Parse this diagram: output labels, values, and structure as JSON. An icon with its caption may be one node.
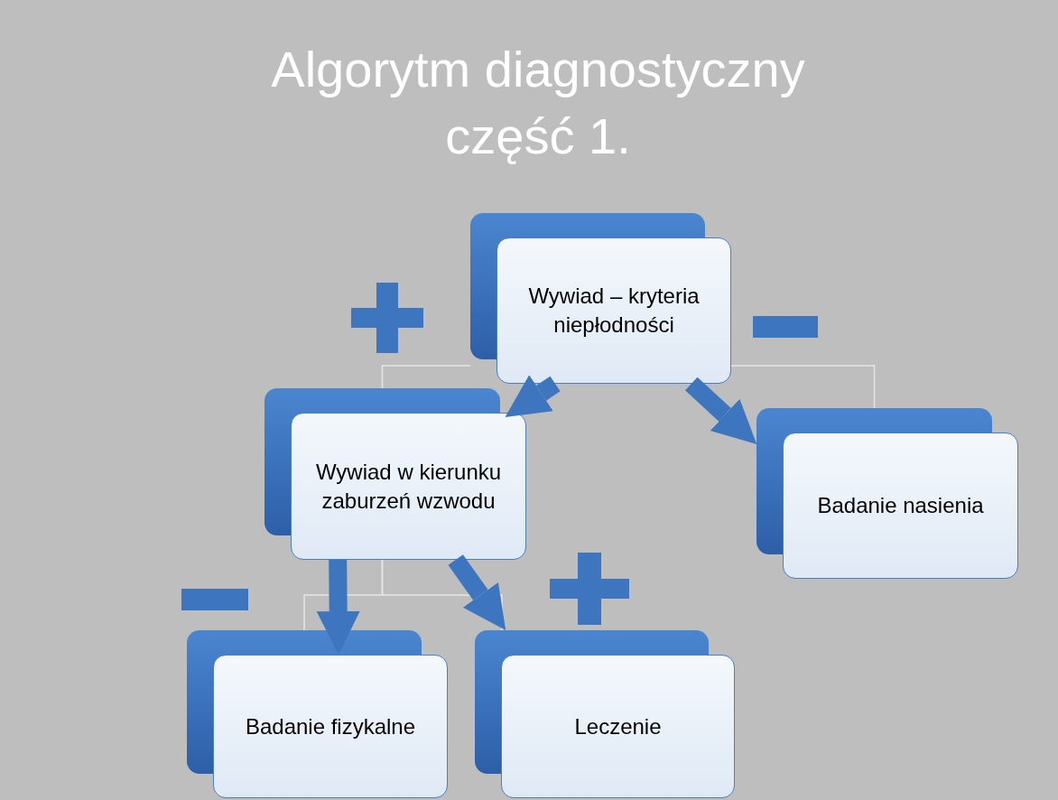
{
  "diagram": {
    "title": "Algorytm diagnostyczny część 1.",
    "nodes": [
      {
        "text": [
          "Wywiad – kryteria niepłodności"
        ]
      },
      {
        "text": [
          "Wywiad w kierunku zaburzeń wzwodu"
        ]
      },
      {
        "text": [
          "Badanie nasienia"
        ]
      },
      {
        "text": [
          "Badanie fizykalne"
        ]
      },
      {
        "text": [
          "Leczenie"
        ]
      }
    ],
    "edges": [
      {
        "from": 0,
        "to": 1,
        "arrow": "none"
      },
      {
        "from": 0,
        "to": 2,
        "arrow": "none"
      },
      {
        "from": 1,
        "to": 3,
        "arrow": "none"
      },
      {
        "from": 1,
        "to": 4,
        "arrow": "none"
      },
      {
        "from": 0,
        "to": 1,
        "arrow": "to",
        "style": "thick",
        "color": "#3e75bf"
      },
      {
        "from": 0,
        "to": 2,
        "arrow": "to",
        "style": "thick",
        "color": "#3e75bf"
      },
      {
        "from": 1,
        "to": 3,
        "arrow": "to",
        "style": "thick",
        "color": "#3e75bf"
      },
      {
        "from": 1,
        "to": 4,
        "arrow": "to",
        "style": "thick",
        "color": "#3e75bf"
      }
    ]
  }
}
